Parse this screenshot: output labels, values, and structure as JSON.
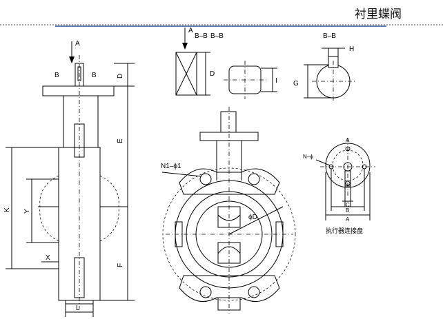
{
  "title": "衬里蝶阀",
  "colors": {
    "line": "#000000",
    "header_rule": "#2b4a8c",
    "background": "#ffffff"
  },
  "side_view": {
    "dims": {
      "a": "A",
      "b_left": "B",
      "b_right": "B",
      "d": "D",
      "e": "E",
      "f": "F",
      "k": "K",
      "y": "Y",
      "x": "X",
      "l": "L"
    }
  },
  "section_a": {
    "arrow": "A",
    "title": "B–B",
    "dim": "D"
  },
  "section_b": {
    "title": "B–B",
    "dim": "I"
  },
  "section_c": {
    "title": "B–B",
    "dim_h": "H",
    "dim_g": "G"
  },
  "front_view": {
    "n1": "N1–ϕ1",
    "phi_d": "ϕD"
  },
  "actuator_pad": {
    "label": "执行器连接盘",
    "top": "A",
    "n": "N–ϕ",
    "c": "C",
    "b": "B",
    "a": "A"
  }
}
